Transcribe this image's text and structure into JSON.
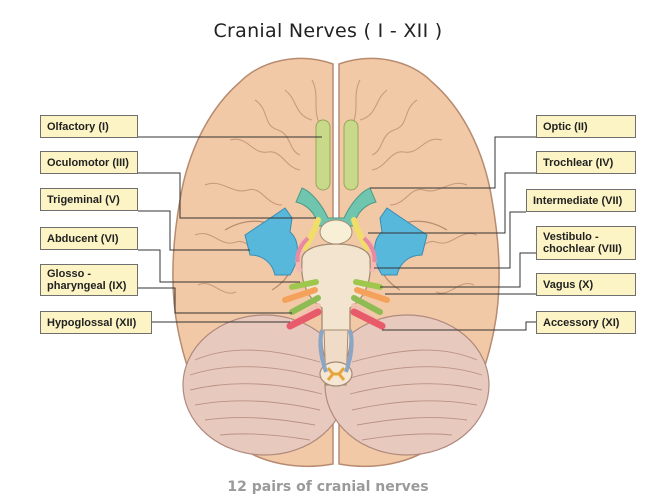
{
  "title": "Cranial Nerves ( I - XII )",
  "caption": "12 pairs of cranial nerves",
  "colors": {
    "label_bg": "#fcf4c4",
    "brain_fill": "#f2c9a6",
    "brain_stroke": "#b78b70",
    "cerebellum_fill": "#e8c9bd",
    "olfactory": "#c9d98a",
    "optic": "#6fc5ae",
    "oculomotor": "#f0dd6a",
    "trigeminal": "#58b8dc",
    "abducent": "#f4b9b3",
    "facial": "#e98aa3",
    "vestibulocochlear": "#a0c74d",
    "glossopharyngeal": "#f4a15c",
    "vagus": "#8fbb55",
    "accessory": "#f0c0b0",
    "hypoglossal": "#e85b6a"
  },
  "labels": {
    "left": [
      {
        "key": "olfactory",
        "text": "Olfactory (I)"
      },
      {
        "key": "oculomotor",
        "text": "Oculomotor (III)"
      },
      {
        "key": "trigeminal",
        "text": "Trigeminal (V)"
      },
      {
        "key": "abducent",
        "text": "Abducent (VI)"
      },
      {
        "key": "glosso",
        "text": "Glosso -\npharyngeal (IX)"
      },
      {
        "key": "hypoglossal",
        "text": "Hypoglossal (XII)"
      }
    ],
    "right": [
      {
        "key": "optic",
        "text": "Optic (II)"
      },
      {
        "key": "trochlear",
        "text": "Trochlear (IV)"
      },
      {
        "key": "intermediate",
        "text": "Intermediate (VII)"
      },
      {
        "key": "vestibulo",
        "text": "Vestibulo -\nchochlear (VIII)"
      },
      {
        "key": "vagus",
        "text": "Vagus (X)"
      },
      {
        "key": "accessory",
        "text": "Accessory (XI)"
      }
    ]
  }
}
